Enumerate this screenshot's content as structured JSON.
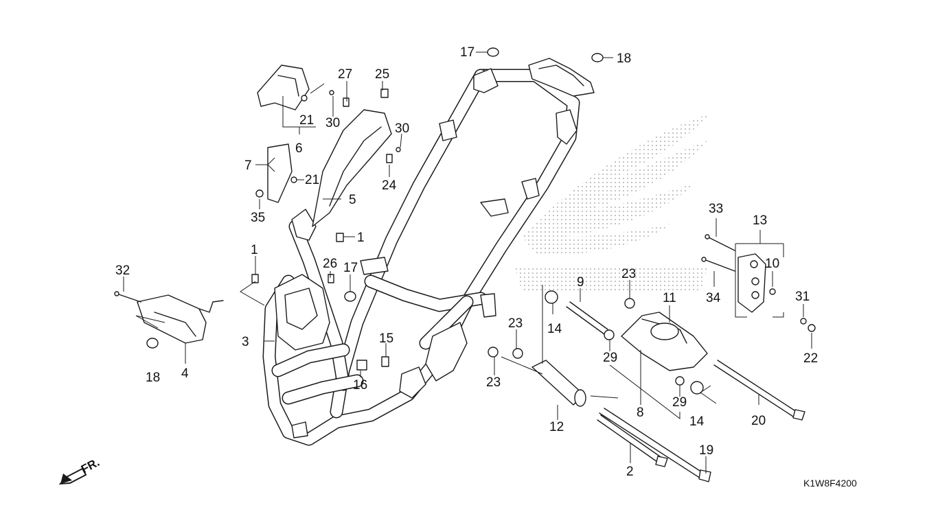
{
  "diagram": {
    "code": "K1W8F4200",
    "front_arrow_label": "FR.",
    "callouts": {
      "c1a": "1",
      "c1b": "1",
      "c2": "2",
      "c3": "3",
      "c4": "4",
      "c5": "5",
      "c6": "6",
      "c7": "7",
      "c8": "8",
      "c9": "9",
      "c10": "10",
      "c11": "11",
      "c12": "12",
      "c13": "13",
      "c14a": "14",
      "c14b": "14",
      "c15": "15",
      "c16": "16",
      "c17a": "17",
      "c17b": "17",
      "c18a": "18",
      "c18b": "18",
      "c19": "19",
      "c20": "20",
      "c21a": "21",
      "c21b": "21",
      "c22": "22",
      "c23a": "23",
      "c23b": "23",
      "c23c": "23",
      "c24": "24",
      "c25": "25",
      "c26": "26",
      "c27": "27",
      "c29a": "29",
      "c29b": "29",
      "c30a": "30",
      "c30b": "30",
      "c31": "31",
      "c32": "32",
      "c33": "33",
      "c34": "34",
      "c35": "35"
    },
    "colors": {
      "line": "#1a1a1a",
      "watermark": "#bdbdbd",
      "background": "#ffffff"
    },
    "watermark": "wing-logo"
  }
}
